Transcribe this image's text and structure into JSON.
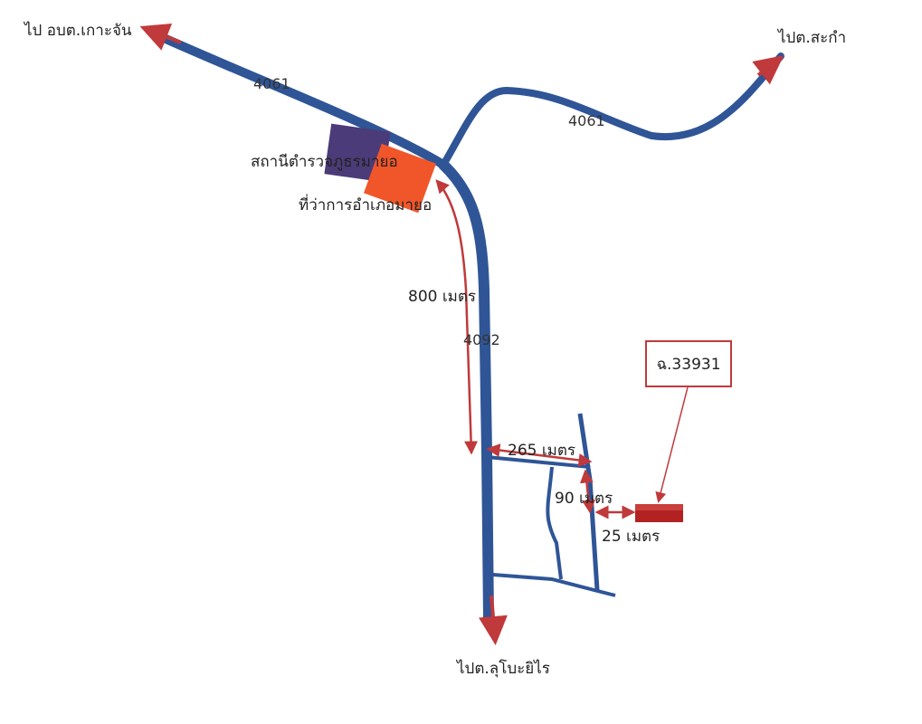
{
  "destinations": {
    "northwest": "ไป อบต.เกาะจัน",
    "northeast": "ไปต.สะกำ",
    "south": "ไปต.ลุโบะยิไร"
  },
  "roads": {
    "road_4061_west": "4061",
    "road_4061_east": "4061",
    "road_4092": "4092"
  },
  "landmarks": {
    "police_station": "สถานีตำรวจภูธรมายอ",
    "district_office": "ที่ว่าการอำเภอมายอ"
  },
  "distances": {
    "d800": "800 เมตร",
    "d265": "265 เมตร",
    "d90": "90 เมตร",
    "d25": "25 เมตร"
  },
  "plot": {
    "label": "ฉ.33931"
  },
  "colors": {
    "road": "#2f5597",
    "arrow": "#c0393b",
    "police": "#4b3b78",
    "district": "#f0562a",
    "plot": "#b22222"
  }
}
